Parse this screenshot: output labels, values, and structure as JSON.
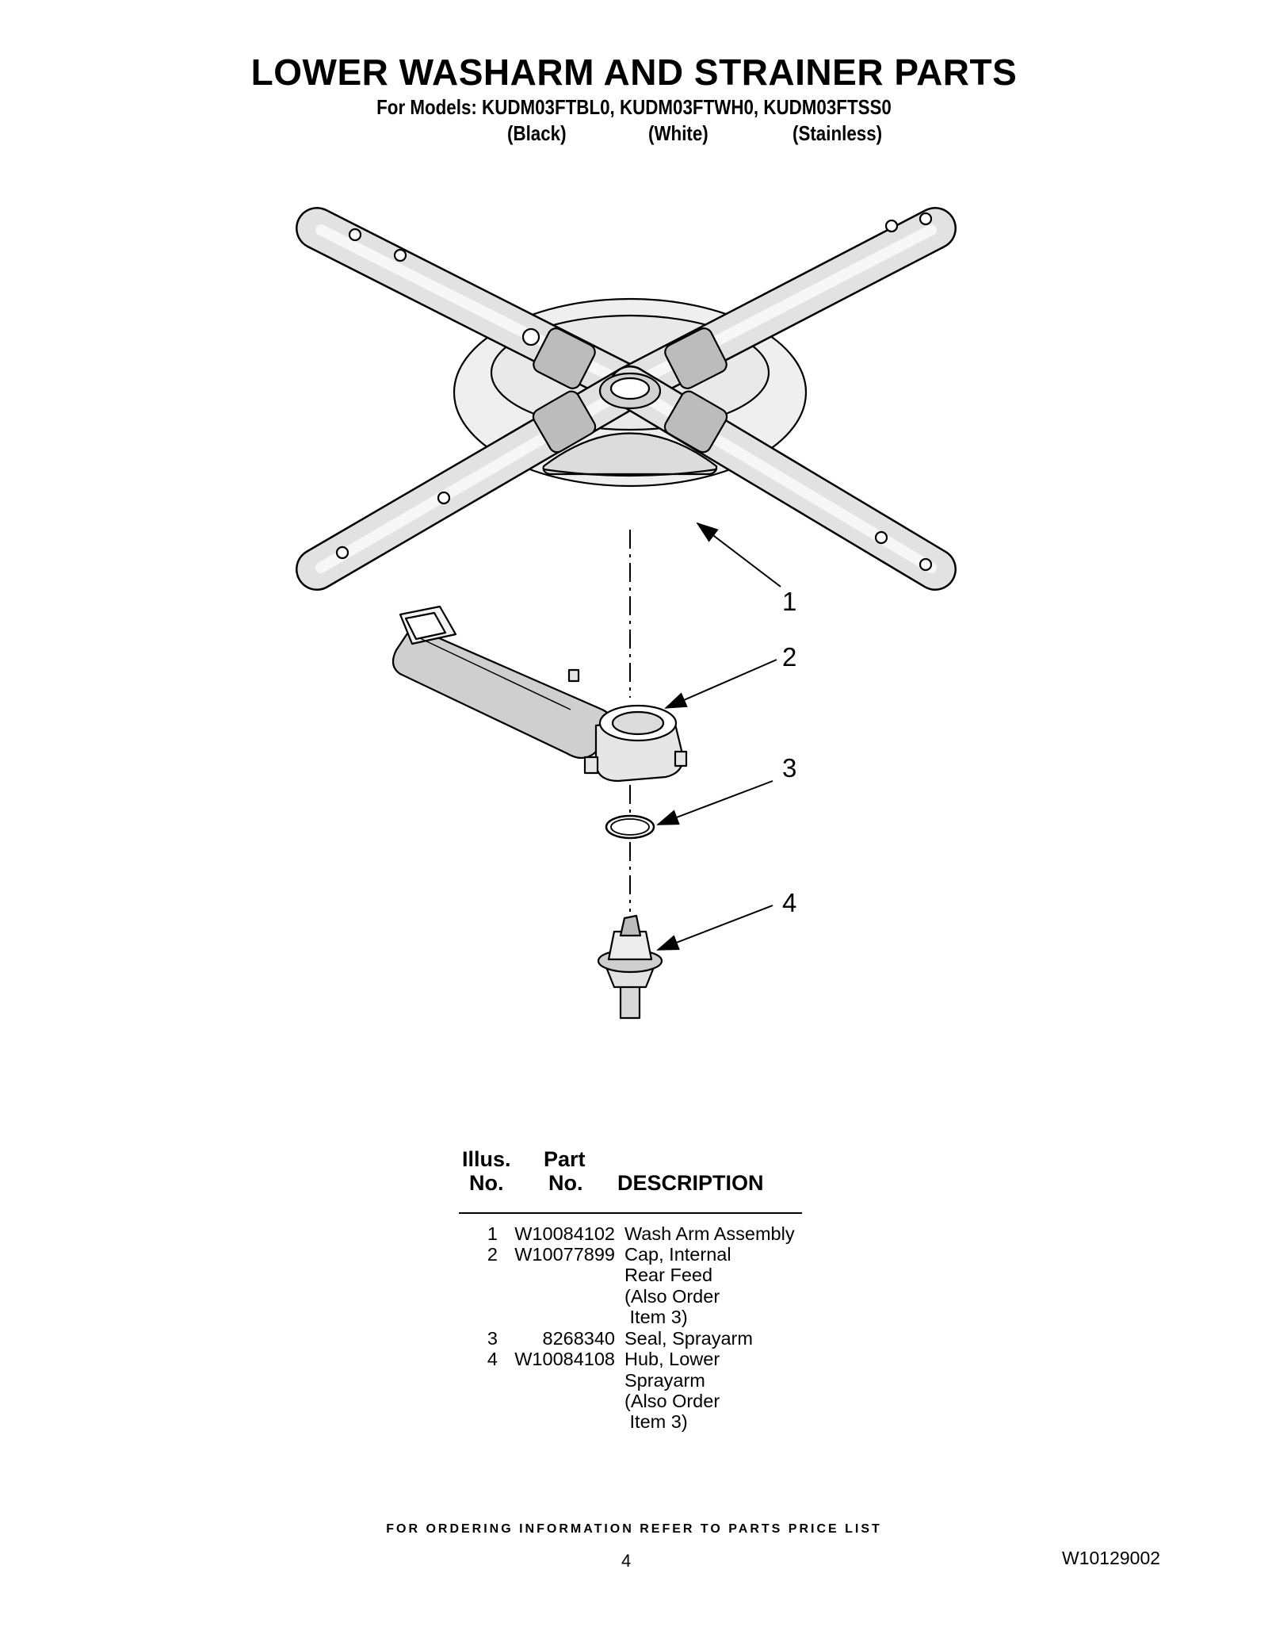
{
  "title": "LOWER WASHARM AND STRAINER PARTS",
  "models_line": "For Models: KUDM03FTBL0, KUDM03FTWH0, KUDM03FTSS0",
  "variants": [
    "(Black)",
    "(White)",
    "(Stainless)"
  ],
  "callouts": [
    "1",
    "2",
    "3",
    "4"
  ],
  "table": {
    "headers": {
      "illus_top": "Illus.",
      "illus_bottom": "No.",
      "part_top": "Part",
      "part_bottom": "No.",
      "description": "DESCRIPTION"
    },
    "rows": [
      {
        "illus": "1",
        "part": "W10084102",
        "description": [
          "Wash Arm Assembly"
        ]
      },
      {
        "illus": "2",
        "part": "W10077899",
        "description": [
          "Cap, Internal",
          "Rear Feed",
          "(Also Order",
          " Item 3)"
        ]
      },
      {
        "illus": "3",
        "part": "8268340",
        "description": [
          "Seal, Sprayarm"
        ]
      },
      {
        "illus": "4",
        "part": "W10084108",
        "description": [
          "Hub, Lower",
          "Sprayarm",
          "(Also Order",
          " Item 3)"
        ]
      }
    ]
  },
  "footer": "FOR ORDERING INFORMATION REFER TO PARTS PRICE LIST",
  "page_number": "4",
  "document_number": "W10129002"
}
